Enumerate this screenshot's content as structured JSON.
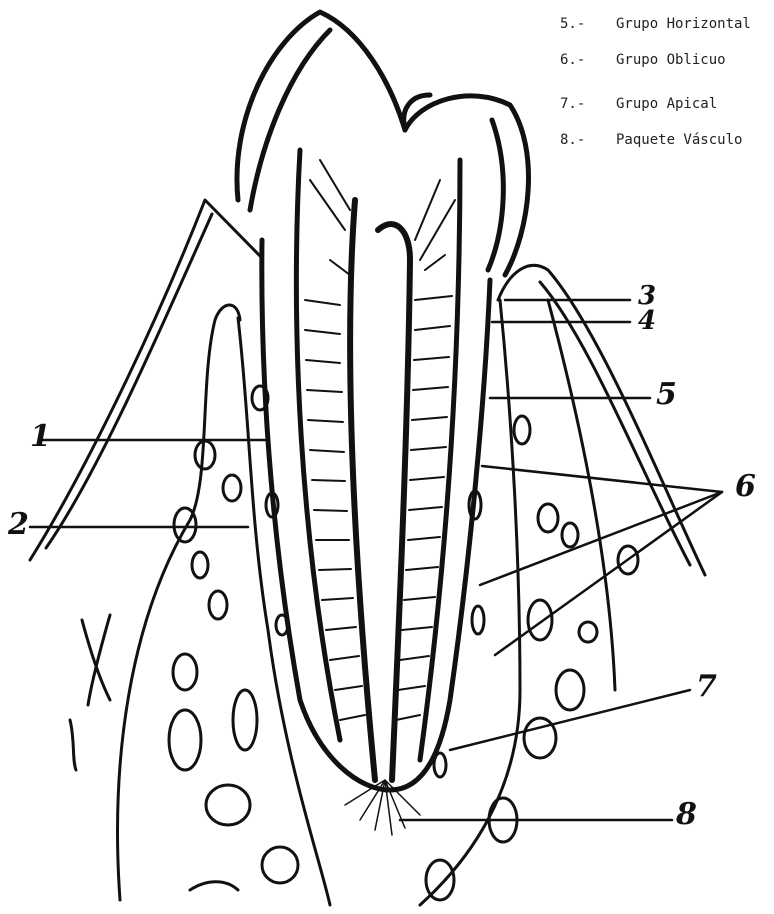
{
  "legend": [
    {
      "num": "5.-",
      "text": "Grupo Horizontal"
    },
    {
      "num": "6.-",
      "text": "Grupo Oblicuo"
    },
    {
      "num": "7.-",
      "text": "Grupo Apical"
    },
    {
      "num": "8.-",
      "text": "Paquete Vásculo"
    }
  ],
  "labels": {
    "l1": "1",
    "l2": "2",
    "l3": "3",
    "l4": "4",
    "l5": "5",
    "l6": "6",
    "l7": "7",
    "l8": "8"
  },
  "colors": {
    "ink": "#111111",
    "paper": "#ffffff"
  }
}
